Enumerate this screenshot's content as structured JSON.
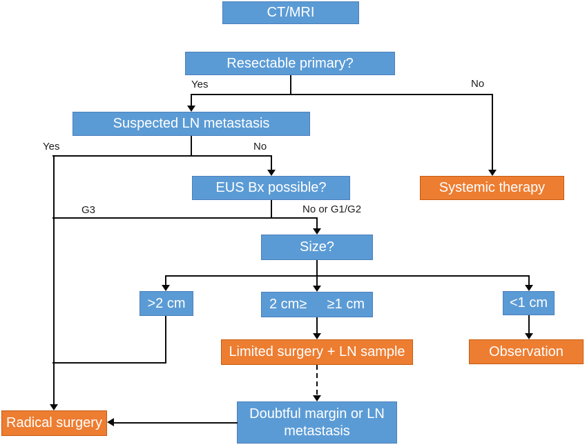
{
  "diagram": {
    "nodes": {
      "ct_mri": {
        "label": "CT/MRI"
      },
      "resectable": {
        "label": "Resectable primary?"
      },
      "suspected_ln": {
        "label": "Suspected LN metastasis"
      },
      "systemic_therapy": {
        "label": "Systemic therapy"
      },
      "eus_bx": {
        "label": "EUS Bx possible?"
      },
      "size": {
        "label": "Size?"
      },
      "gt_2cm": {
        "label": ">2 cm"
      },
      "between_1_2cm": {
        "label_left": "2 cm≥",
        "label_right": "≥1 cm"
      },
      "lt_1cm": {
        "label": "<1 cm"
      },
      "limited_surgery": {
        "label": "Limited surgery + LN sample"
      },
      "observation": {
        "label": "Observation"
      },
      "doubtful_margin": {
        "label": "Doubtful margin or LN metastasis"
      },
      "radical_surgery": {
        "label": "Radical surgery"
      }
    },
    "edge_labels": {
      "resectable_yes": "Yes",
      "resectable_no": "No",
      "suspected_yes": "Yes",
      "suspected_no": "No",
      "eus_g3": "G3",
      "eus_no_or_g1g2": "No or G1/G2"
    },
    "colors": {
      "box_blue": "#5B9BD5",
      "box_blue_border": "#4A7EBB",
      "box_orange": "#ED7D31",
      "box_orange_border": "#C55A11",
      "line_color": "#0A0A0A",
      "box_text": "#FFFFFF",
      "label_text": "#1A1A1A"
    }
  }
}
